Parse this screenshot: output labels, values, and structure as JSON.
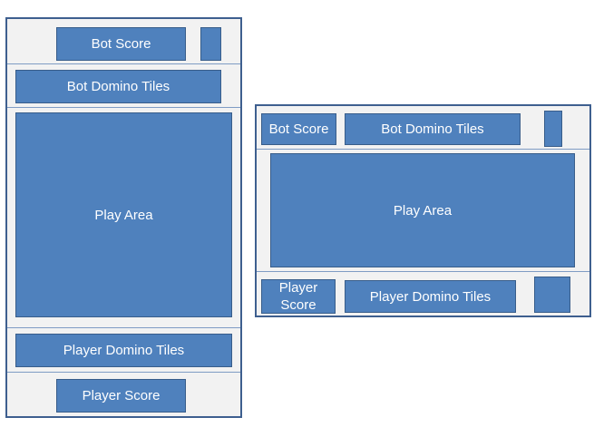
{
  "portrait_layout": {
    "bot_score": "Bot Score",
    "bot_tiles": "Bot Domino Tiles",
    "play_area": "Play Area",
    "player_tiles": "Player Domino Tiles",
    "player_score": "Player Score"
  },
  "landscape_layout": {
    "bot_score": "Bot Score",
    "bot_tiles": "Bot Domino Tiles",
    "play_area": "Play Area",
    "player_score_line1": "Player",
    "player_score_line2": "Score",
    "player_tiles": "Player Domino Tiles"
  },
  "colors": {
    "box_fill": "#4f81bd",
    "box_border": "#385d8a",
    "frame_fill": "#f2f2f2",
    "frame_border": "#3e5f8f",
    "label": "#ffffff"
  }
}
